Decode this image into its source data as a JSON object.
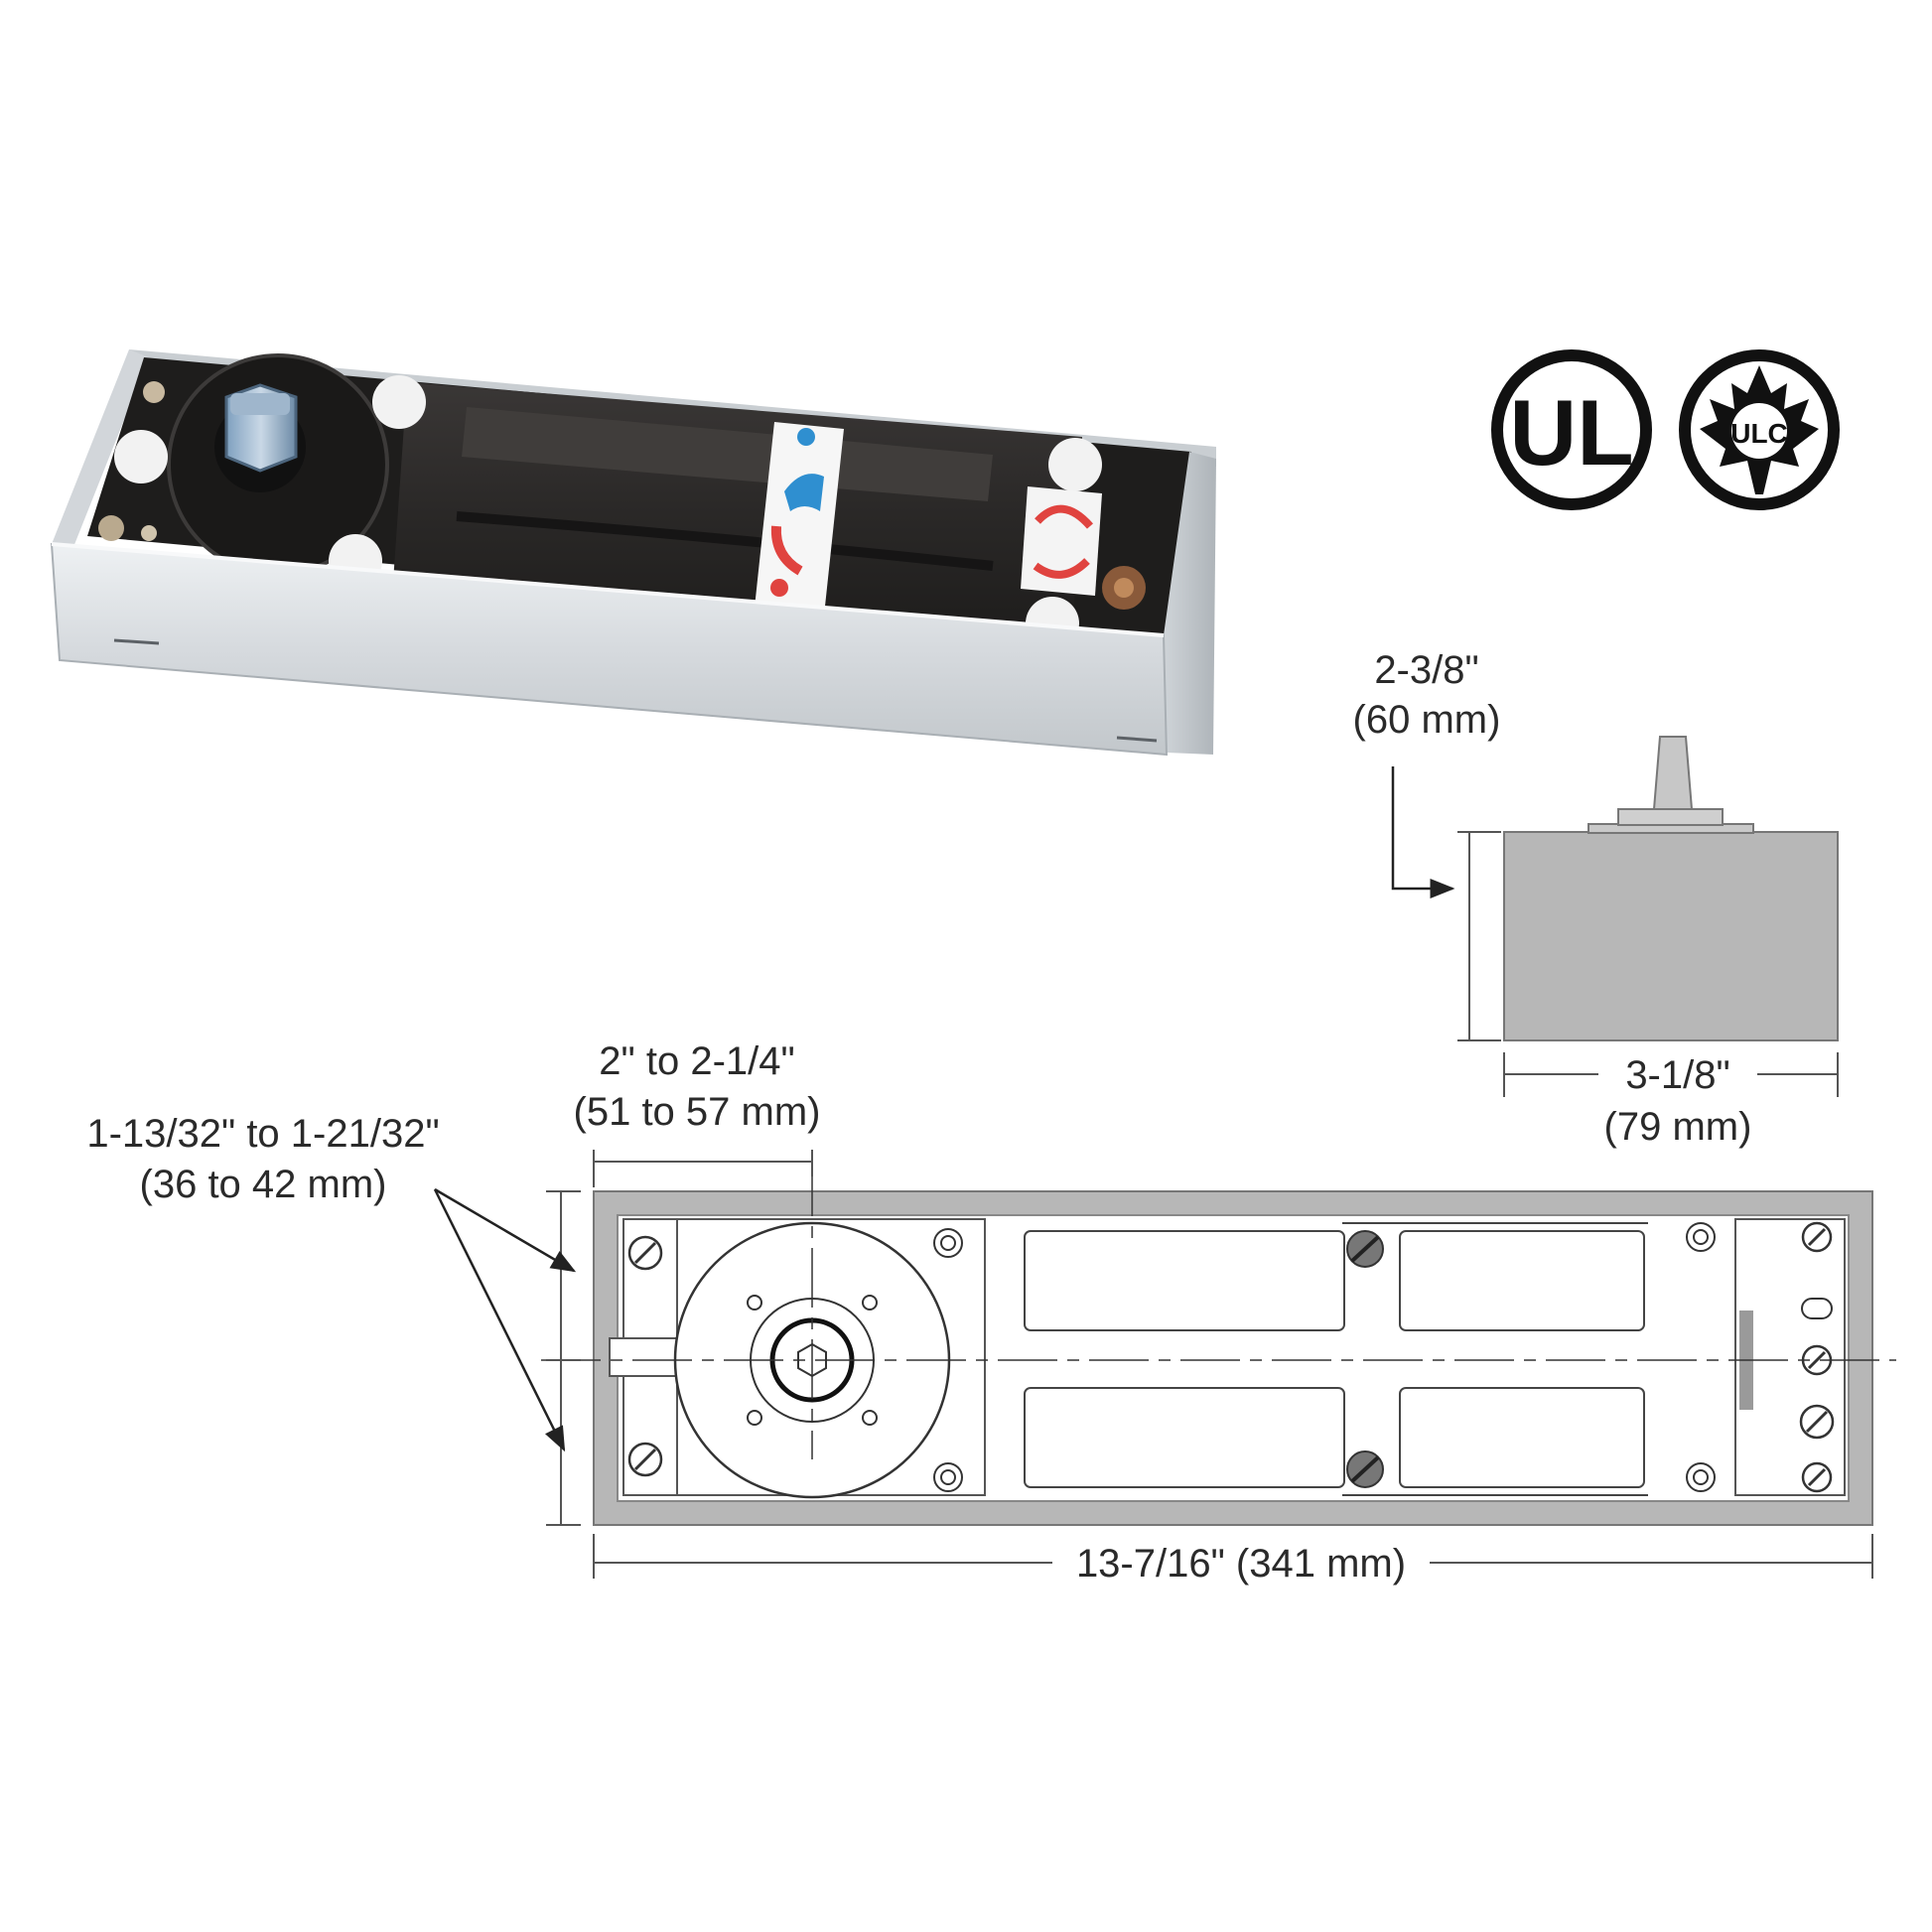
{
  "certifications": {
    "ul_logo": "UL",
    "ulc_logo": "ULC"
  },
  "dimensions": {
    "height_imperial": "2-3/8\"",
    "height_metric": "(60 mm)",
    "width_imperial": "3-1/8\"",
    "width_metric": "(79 mm)",
    "spindle_offset_imperial": "2\" to 2-1/4\"",
    "spindle_offset_metric": "(51 to 57 mm)",
    "side_offset_imperial": "1-13/32\" to 1-21/32\"",
    "side_offset_metric": "(36 to 42 mm)",
    "length": "13-7/16\" (341 mm)"
  },
  "colors": {
    "drawing_fill": "#b7b7b7",
    "line": "#333333",
    "text": "#2a2a2a",
    "product_body": "#2c2a29",
    "steel_case": "#d9dde0",
    "label_red": "#e0433f",
    "label_blue": "#2f8fd0"
  },
  "icons": {
    "ul": "ul-certification-icon",
    "ulc": "ulc-maple-leaf-icon"
  }
}
